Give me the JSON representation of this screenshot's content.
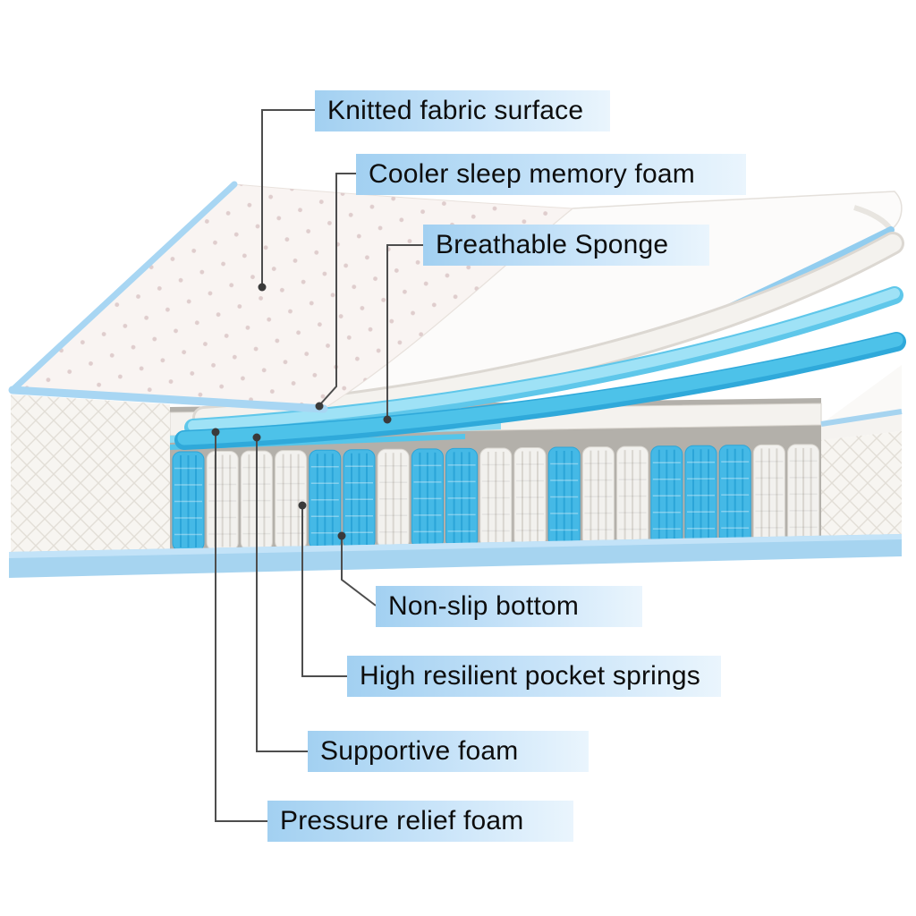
{
  "diagram": {
    "labels": [
      {
        "id": "knitted-fabric-surface",
        "text": "Knitted fabric surface"
      },
      {
        "id": "cooler-sleep-memory-foam",
        "text": "Cooler sleep memory foam"
      },
      {
        "id": "breathable-sponge",
        "text": "Breathable Sponge"
      },
      {
        "id": "non-slip-bottom",
        "text": "Non-slip bottom"
      },
      {
        "id": "high-resilient-pocket-springs",
        "text": "High resilient pocket springs"
      },
      {
        "id": "supportive-foam",
        "text": "Supportive foam"
      },
      {
        "id": "pressure-relief-foam",
        "text": "Pressure relief foam"
      }
    ],
    "spring_pattern": [
      "blue",
      "white",
      "white",
      "white",
      "blue",
      "blue",
      "white",
      "blue",
      "blue",
      "white",
      "white",
      "blue",
      "white",
      "white",
      "blue",
      "blue",
      "blue",
      "white",
      "white"
    ],
    "colors": {
      "label_gradient_start": "#a2d0f1",
      "label_gradient_end": "#eaf5fd",
      "label_text": "#0d0d0d",
      "piping_blue": "#a8d6f3",
      "sponge_blue_dark": "#4dc2e9",
      "sponge_blue_light": "#9fe2f6",
      "memory_foam_white": "#f4f2ee",
      "spring_blue": "#45b9e6",
      "spring_blue_rib": "#2ba5d8",
      "spring_white": "#f2f1ee",
      "spring_white_rib": "#d9d6d0",
      "quilt_top": "#f9f4f2",
      "leader_line": "#4d4d4d",
      "callout_dot": "#3a3a3a"
    }
  }
}
